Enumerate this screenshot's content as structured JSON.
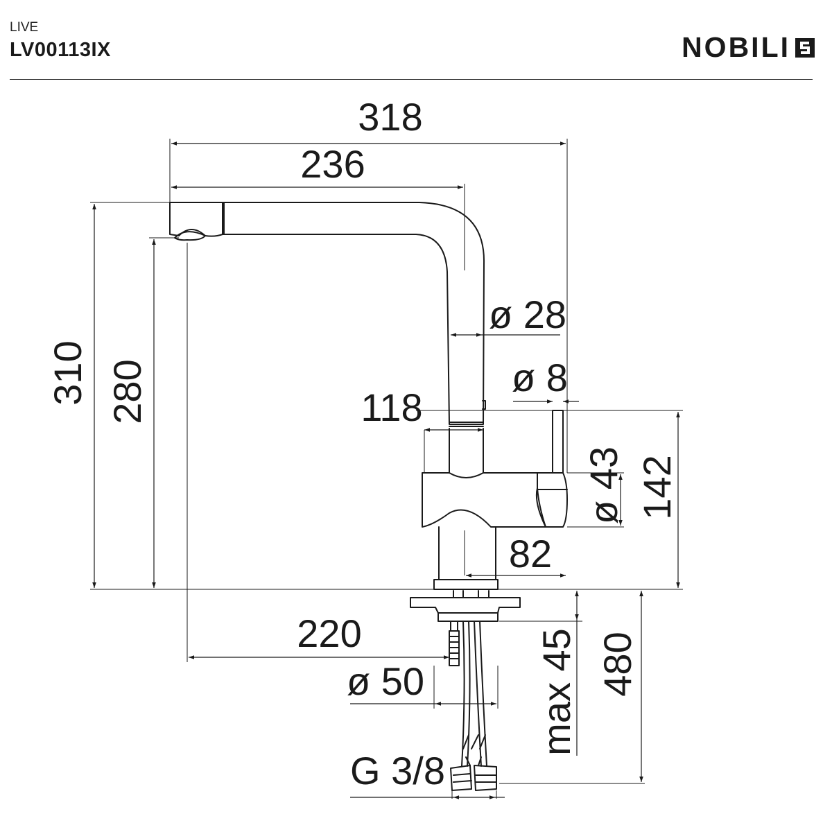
{
  "header": {
    "series": "LIVE",
    "code": "LV00113IX",
    "brand": "NOBILI"
  },
  "dimensions": {
    "overall_width": "318",
    "spout_reach": "236",
    "total_height": "310",
    "outlet_height": "280",
    "spout_diameter": "ø 28",
    "lever_diameter": "ø 8",
    "lever_offset": "118",
    "body_diameter": "ø 43",
    "lever_height": "142",
    "body_depth": "82",
    "hose_offset": "220",
    "base_diameter": "ø 50",
    "deck_thickness": "max 45",
    "hose_length": "480",
    "connection": "G 3/8"
  }
}
